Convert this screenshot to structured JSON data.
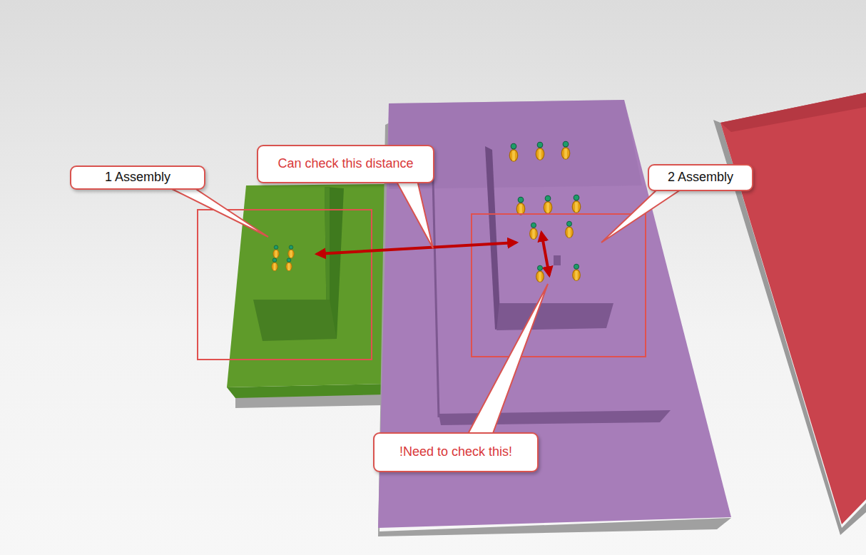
{
  "diagram": {
    "nodes": [
      {
        "text": [
          "1 Assembly"
        ]
      },
      {
        "text": [
          "Can check this distance"
        ]
      },
      {
        "text": [
          "2 Assembly"
        ]
      },
      {
        "text": [
          "!Need to check this!"
        ]
      }
    ]
  }
}
